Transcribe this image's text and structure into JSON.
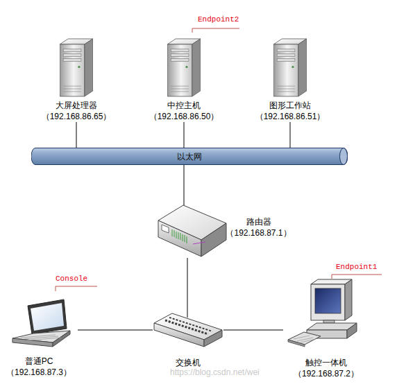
{
  "diagram": {
    "nodes": [
      {
        "text": [
          "大屏处理器",
          "（192.168.86.65）"
        ]
      },
      {
        "text": [
          "中控主机",
          "（192.168.86.50）"
        ]
      },
      {
        "text": [
          "图形工作站",
          "（192.168.86.51）"
        ]
      },
      {
        "text": [
          "以太网"
        ]
      },
      {
        "text": [
          "路由器",
          "（192.168.87.1）"
        ]
      },
      {
        "text": [
          "普通PC",
          "（192.168.87.3）"
        ]
      },
      {
        "text": [
          "交换机"
        ]
      },
      {
        "text": [
          "触控一体机",
          "（192.168.87.2）"
        ]
      }
    ],
    "edges": [
      {
        "from": 0,
        "to": 3,
        "arrow": "none"
      },
      {
        "from": 1,
        "to": 3,
        "arrow": "none"
      },
      {
        "from": 2,
        "to": 3,
        "arrow": "none"
      },
      {
        "from": 3,
        "to": 4,
        "arrow": "none"
      },
      {
        "from": 4,
        "to": 6,
        "arrow": "none"
      },
      {
        "from": 6,
        "to": 5,
        "arrow": "none"
      },
      {
        "from": 6,
        "to": 7,
        "arrow": "none"
      }
    ],
    "labels": [
      "Endpoint2",
      "Console",
      "Endpoint1",
      "https://blog.csdn.net/wei"
    ]
  }
}
